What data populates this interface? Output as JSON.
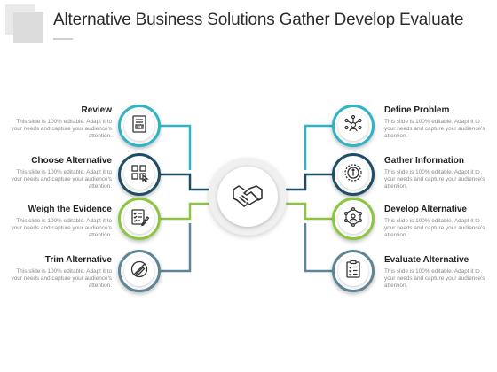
{
  "title": "Alternative Business Solutions Gather Develop Evaluate",
  "colors": {
    "teal": "#2eb4c4",
    "navy": "#1f4d66",
    "green": "#8cc63f",
    "slate": "#5d8597"
  },
  "center": {
    "icon": "handshake-icon"
  },
  "left_items": [
    {
      "title": "Review",
      "description": "This slide is 100% editable. Adapt it to your needs and capture your audience's attention.",
      "icon": "document-icon",
      "color": "teal"
    },
    {
      "title": "Choose Alternative",
      "description": "This slide is 100% editable. Adapt it to your needs and capture your audience's attention.",
      "icon": "grid-select-icon",
      "color": "navy"
    },
    {
      "title": "Weigh the Evidence",
      "description": "This slide is 100% editable. Adapt it to your needs and capture your audience's attention.",
      "icon": "checklist-icon",
      "color": "green"
    },
    {
      "title": "Trim Alternative",
      "description": "This slide is 100% editable. Adapt it to your needs and capture your audience's attention.",
      "icon": "no-pencil-icon",
      "color": "slate"
    }
  ],
  "right_items": [
    {
      "title": "Define Problem",
      "description": "This slide is 100% editable. Adapt it to your needs and capture your audience's attention.",
      "icon": "team-network-icon",
      "color": "teal"
    },
    {
      "title": "Gather Information",
      "description": "This slide is 100% editable. Adapt it to your needs and capture your audience's attention.",
      "icon": "info-badge-icon",
      "color": "navy"
    },
    {
      "title": "Develop Alternative",
      "description": "This slide is 100% editable. Adapt it to your needs and capture your audience's attention.",
      "icon": "network-person-icon",
      "color": "green"
    },
    {
      "title": "Evaluate Alternative",
      "description": "This slide is 100% editable. Adapt it to your needs and capture your audience's attention.",
      "icon": "clipboard-icon",
      "color": "slate"
    }
  ]
}
